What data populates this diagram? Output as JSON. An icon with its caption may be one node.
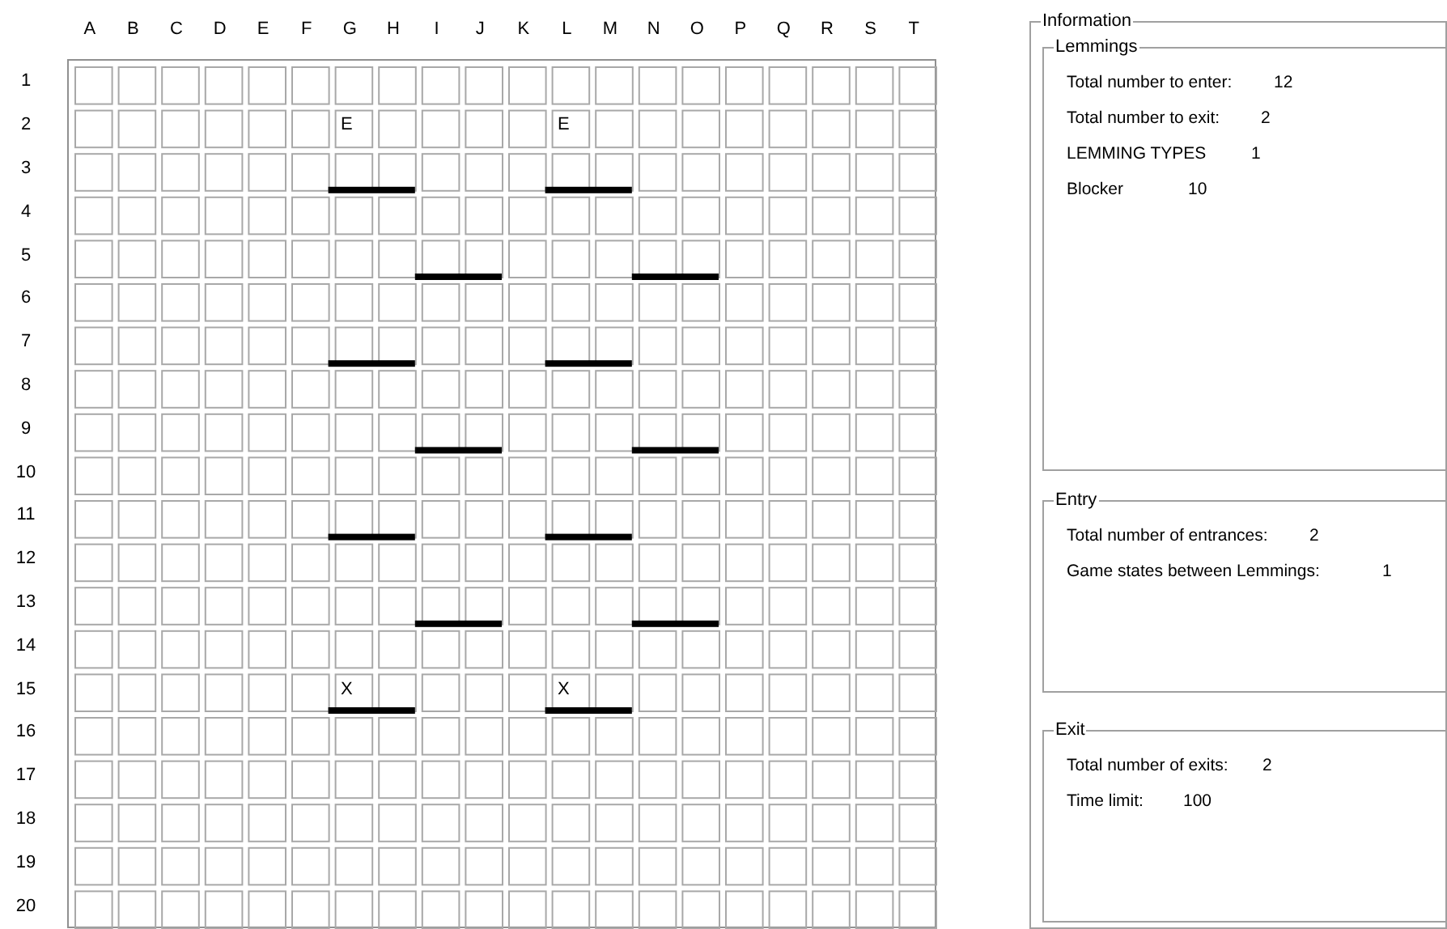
{
  "diagram": {
    "nodes": [
      {
        "text": [
          "Information"
        ]
      },
      {
        "text": [
          "Lemmings",
          "Total number to enter:",
          "12",
          "Total number to exit:",
          "2",
          "LEMMING TYPES",
          "1",
          "Blocker",
          "10"
        ],
        "in": 0
      },
      {
        "text": [
          "Entry",
          "Total number of entrances:",
          "2",
          "Game states between Lemmings:",
          "1"
        ],
        "in": 0
      },
      {
        "text": [
          "Exit",
          "Total number of exits:",
          "2",
          "Time limit:",
          "100"
        ],
        "in": 0
      }
    ],
    "edges": [],
    "labels": [
      "A",
      "B",
      "C",
      "D",
      "E",
      "F",
      "G",
      "H",
      "I",
      "J",
      "K",
      "L",
      "M",
      "N",
      "O",
      "P",
      "Q",
      "R",
      "S",
      "T",
      "1",
      "2",
      "E",
      "E",
      "3",
      "4",
      "5",
      "6",
      "7",
      "8",
      "9",
      "10",
      "11",
      "12",
      "13",
      "14",
      "15",
      "X",
      "X",
      "16",
      "17",
      "18",
      "19",
      "20"
    ]
  }
}
